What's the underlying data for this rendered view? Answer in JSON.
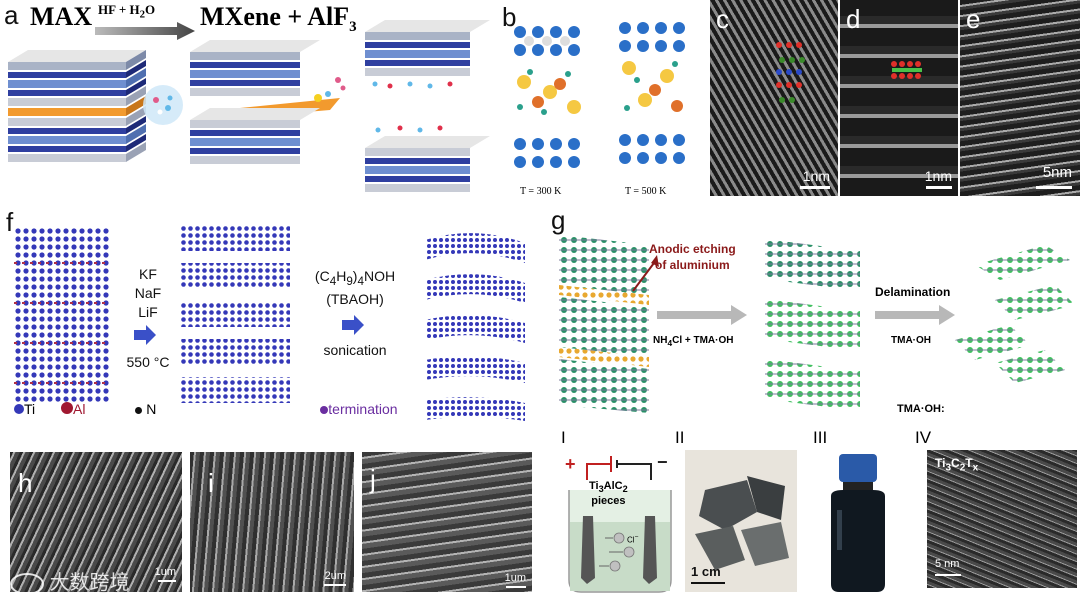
{
  "panel_a": {
    "letter": "a",
    "max": "MAX",
    "reagent": "HF + H",
    "reagent_sub": "2",
    "reagent_tail": "O",
    "product": "MXene + AlF",
    "product_sub": "3"
  },
  "panel_b": {
    "letter": "b",
    "t1": "T = 300 K",
    "t2": "T = 500 K"
  },
  "panel_c": {
    "letter": "c",
    "scale": "1nm"
  },
  "panel_d": {
    "letter": "d",
    "scale": "1nm"
  },
  "panel_e": {
    "letter": "e",
    "scale": "5nm"
  },
  "panel_f": {
    "letter": "f",
    "salts": [
      "KF",
      "NaF",
      "LiF"
    ],
    "temp": "550 °C",
    "tbaoh_formula": "(C",
    "tbaoh_sub1": "4",
    "tbaoh_mid": "H",
    "tbaoh_sub2": "9",
    "tbaoh_sub3": "4",
    "tbaoh_tail": "NOH",
    "tbaoh_abbr": "(TBAOH)",
    "sonication": "sonication",
    "legend": {
      "ti": "Ti",
      "al": "Al",
      "n": "N",
      "term": "termination"
    }
  },
  "panel_g": {
    "letter": "g",
    "etch1": "Anodic etching",
    "etch2": "of aluminium",
    "electrolyte": "NH",
    "electrolyte_sub": "4",
    "electrolyte_tail": "Cl + TMA·OH",
    "delam": "Delamination",
    "tma1": "TMA·OH",
    "tma2": "TMA·OH:"
  },
  "panel_h": {
    "letter": "h",
    "scale": "1um"
  },
  "panel_i": {
    "letter": "i",
    "scale": "2um"
  },
  "panel_j": {
    "letter": "j",
    "scale": "1um"
  },
  "bottom": {
    "roman": [
      "I",
      "II",
      "III",
      "IV"
    ],
    "cell_label1": "Ti",
    "cell_sub1": "3",
    "cell_label2": "AlC",
    "cell_sub2": "2",
    "cell_label3": "pieces",
    "plus": "+",
    "minus": "−",
    "cl": "Cl",
    "cl_sup": "−",
    "scale_ii": "1 cm",
    "iv_title": "Ti",
    "iv_sub1": "3",
    "iv_mid": "C",
    "iv_sub2": "2",
    "iv_tail": "T",
    "iv_sub3": "x",
    "scale_iv": "5 nm"
  },
  "watermark": "大数跨境",
  "colors": {
    "max_arrow": "#555555",
    "etch_red": "#8b1a1a",
    "layer_blue": "#2f3fa0",
    "layer_orange": "#f29a2e",
    "term_purple": "#6a2ea0"
  }
}
